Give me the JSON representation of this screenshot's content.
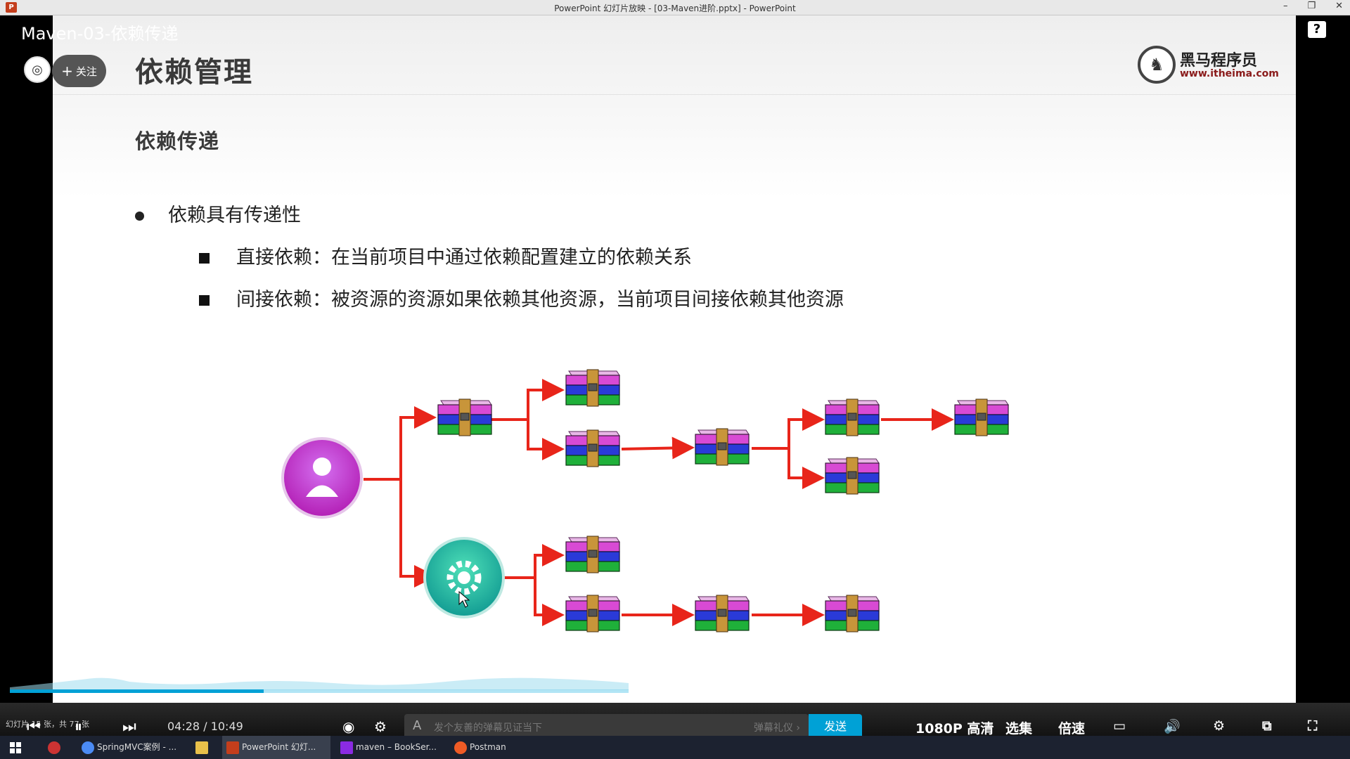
{
  "window": {
    "title": "PowerPoint 幻灯片放映 - [03-Maven进阶.pptx] - PowerPoint",
    "minimize": "–",
    "restore": "❐",
    "close": "✕"
  },
  "player": {
    "video_title": "Maven-03-依赖传递",
    "follow_label": "关注",
    "follow_plus": "+",
    "help": "?",
    "progress_fraction": 0.41,
    "time_current": "04:28",
    "time_sep": "/",
    "time_total": "10:49",
    "slide_info": "幻灯片 15 张，共 77 张",
    "danmu_placeholder": "发个友善的弹幕见证当下",
    "danmu_etiquette": "弹幕礼仪 ›",
    "send_label": "发送",
    "quality_label": "1080P 高清",
    "episodes_label": "选集",
    "speed_label": "倍速",
    "accent": "#00a1d6"
  },
  "slide": {
    "title": "依赖管理",
    "subtitle": "依赖传递",
    "logo_name": "黑马程序员",
    "logo_url": "www.itheima.com",
    "bullet": "依赖具有传递性",
    "sub_bullets": [
      "直接依赖：在当前项目中通过依赖配置建立的依赖关系",
      "间接依赖：被资源的资源如果依赖其他资源，当前项目间接依赖其他资源"
    ],
    "arrow_color": "#e8251a"
  },
  "taskbar": {
    "items": [
      "SpringMVC案例 - ...",
      "PowerPoint 幻灯...",
      "maven – BookSer...",
      "Postman"
    ]
  }
}
